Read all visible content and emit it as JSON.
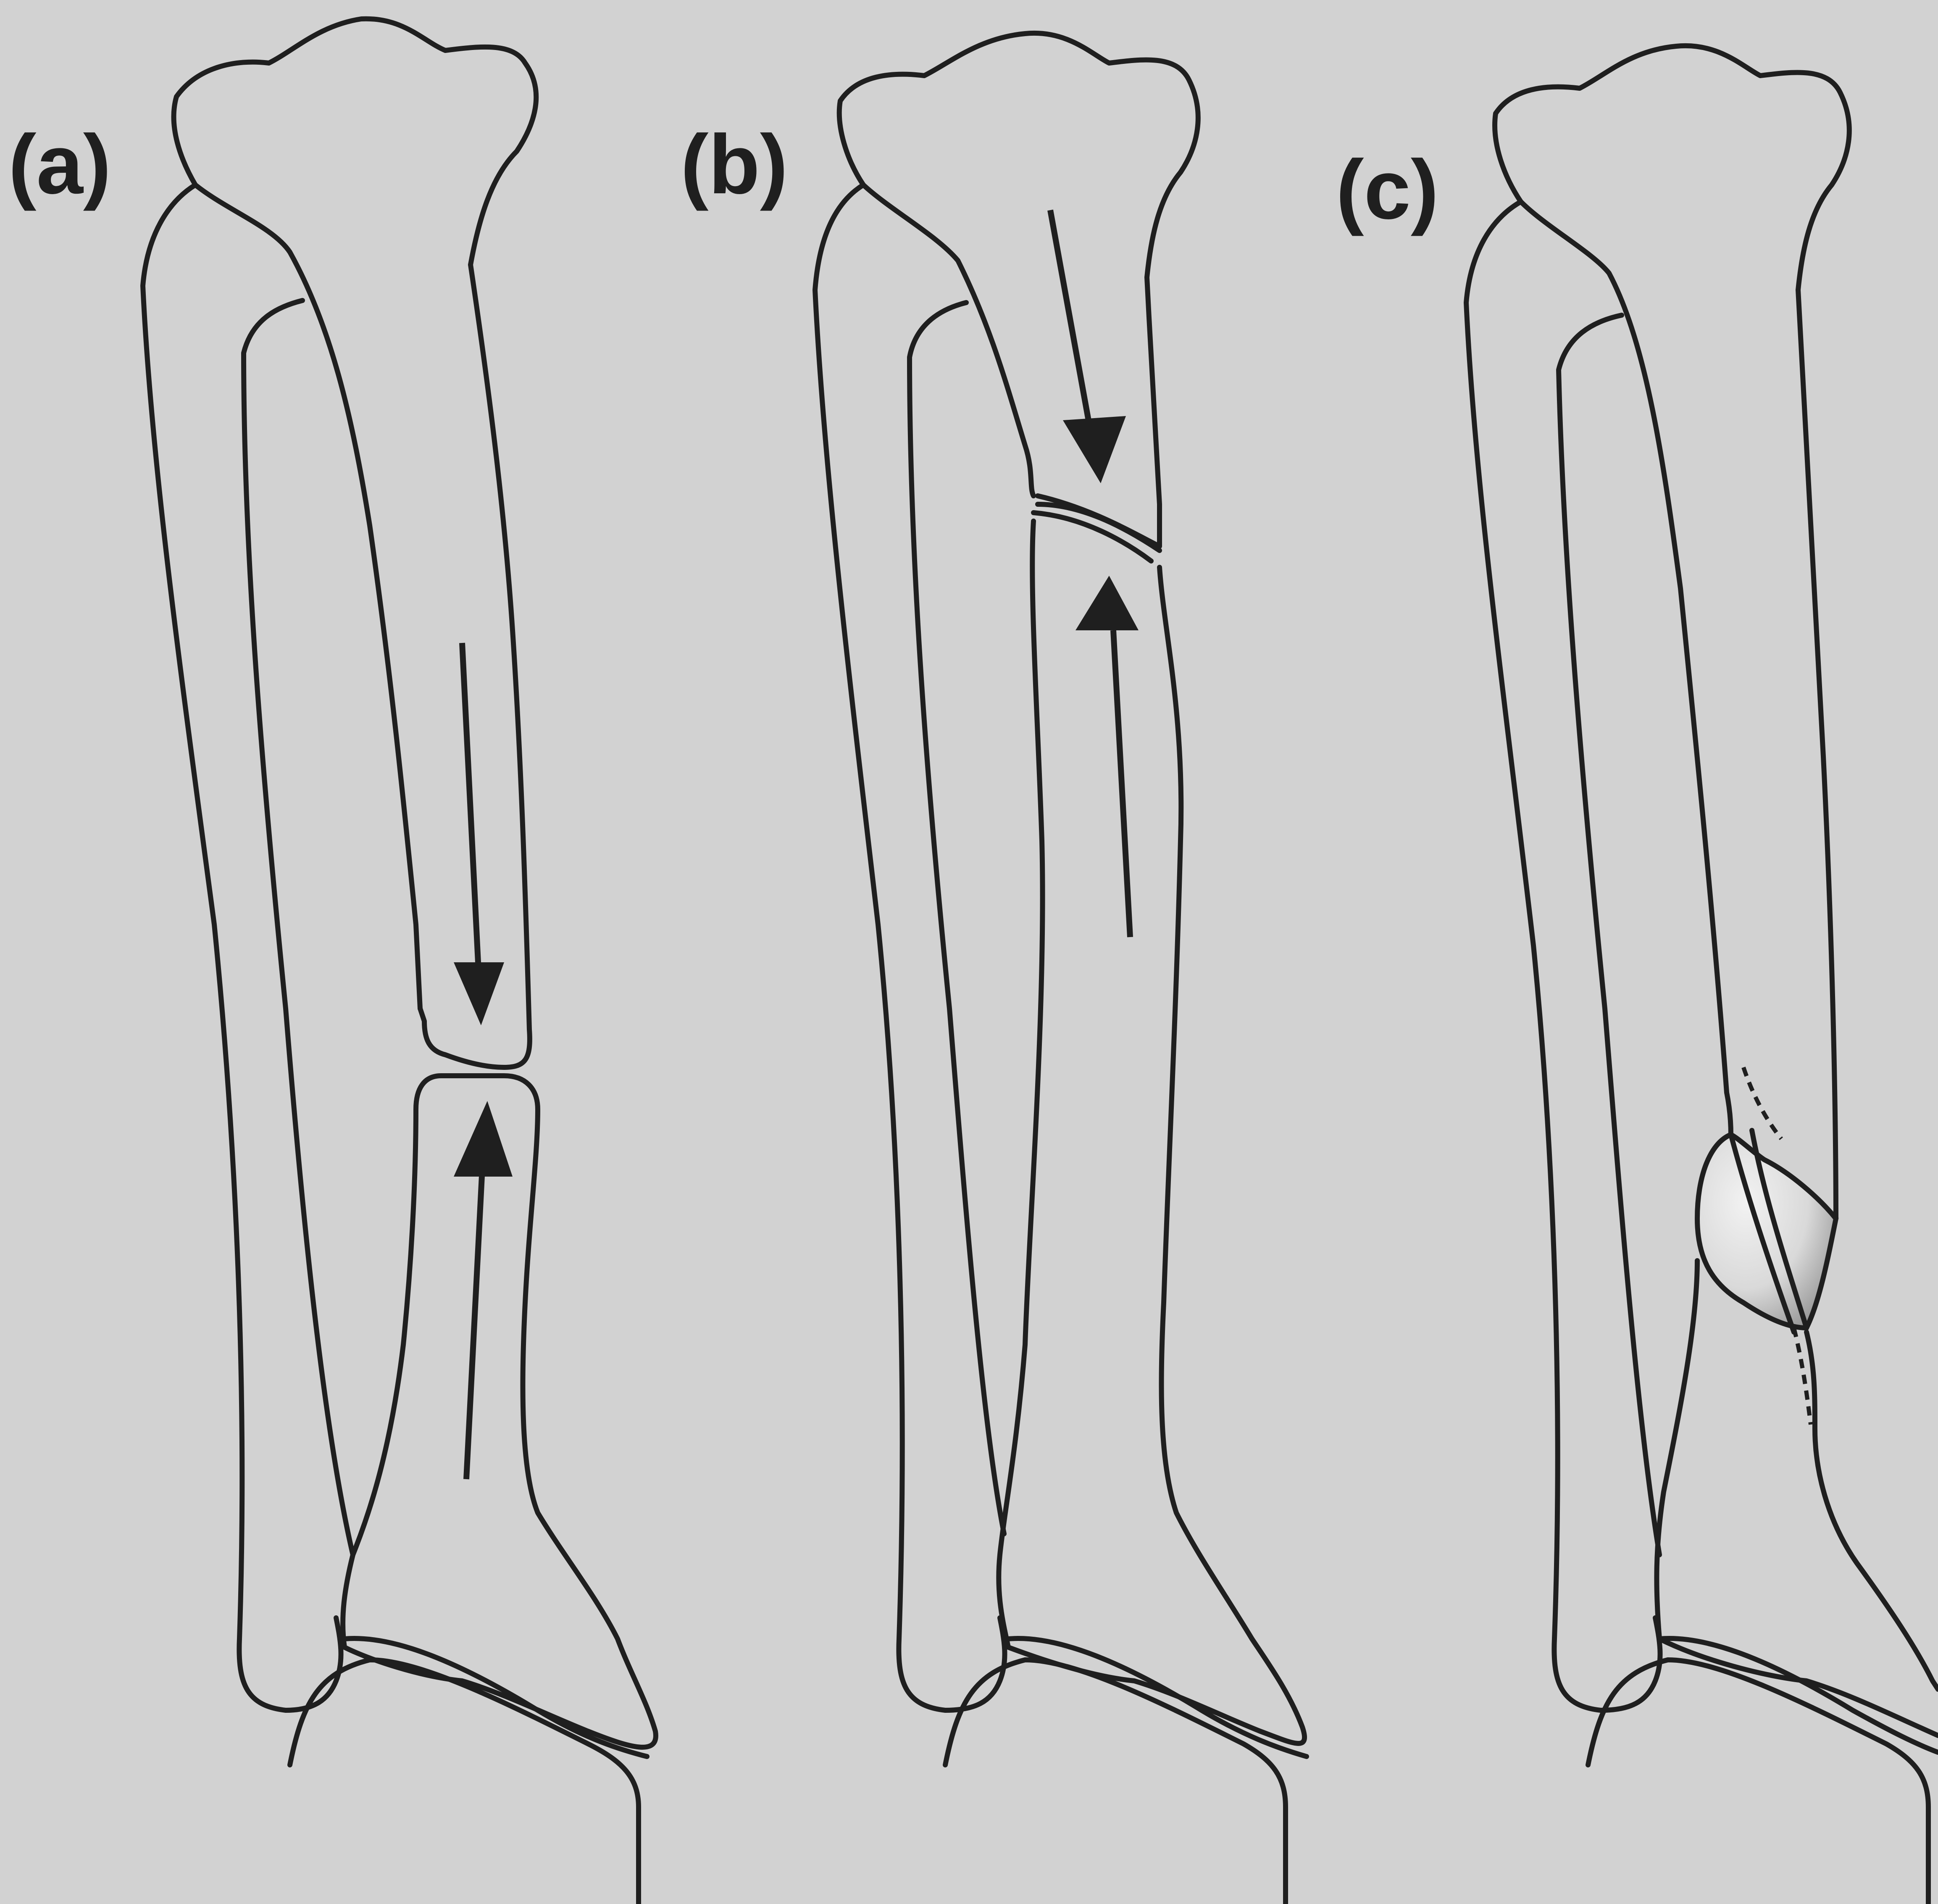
{
  "panels": [
    {
      "id": "a",
      "label": "(a)"
    },
    {
      "id": "b",
      "label": "(b)"
    },
    {
      "id": "c",
      "label": "(c)"
    }
  ],
  "colors": {
    "background": "#d2d2d2",
    "line": "#1f1f1f",
    "callus": "#f0f0f0"
  }
}
